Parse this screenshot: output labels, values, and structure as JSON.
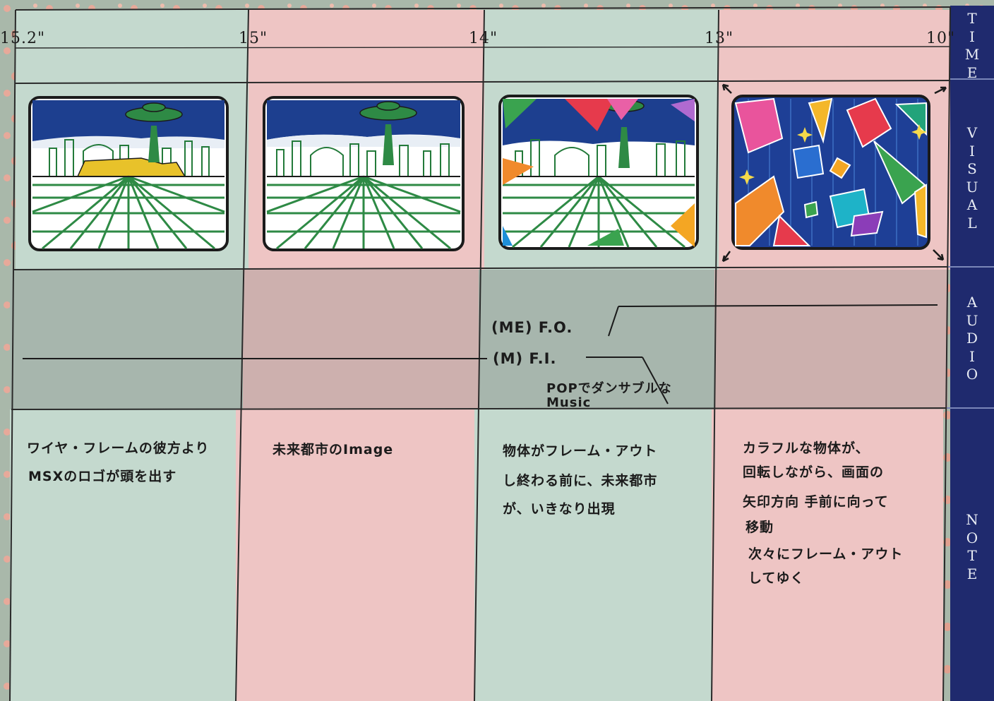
{
  "time_marks": [
    "15.2\"",
    "15\"",
    "14\"",
    "13\"",
    "10\""
  ],
  "side_labels": {
    "time": "T\nI\nM\nE",
    "visual": "V\nI\nS\nU\nA\nL",
    "audio": "A\nU\nD\nI\nO",
    "note": "N\nO\nT\nE"
  },
  "audio": {
    "me_fo": "(ME) F.O.",
    "m_fi": "(M) F.I.",
    "music_desc_1": "POPでダンサブルな",
    "music_desc_2": "Music"
  },
  "notes": [
    [
      "ワイヤ・フレームの彼方より",
      "MSXのロゴが頭を出す"
    ],
    [
      "未来都市のImage"
    ],
    [
      "物体がフレーム・アウト",
      "し終わる前に、未来都市",
      "が、いきなり出現"
    ],
    [
      "カラフルな物体が、",
      "回転しながら、画面の",
      "矢印方向 手前に向って",
      "移動",
      "次々にフレーム・アウト",
      "してゆく"
    ]
  ],
  "colors": {
    "green_col": "#c4d9ce",
    "pink_col": "#eec5c4",
    "audio_green": "#a7b6ad",
    "audio_pink": "#cdb0ae",
    "side_bar": "#1f2a6e",
    "line": "#2a2a2a"
  }
}
